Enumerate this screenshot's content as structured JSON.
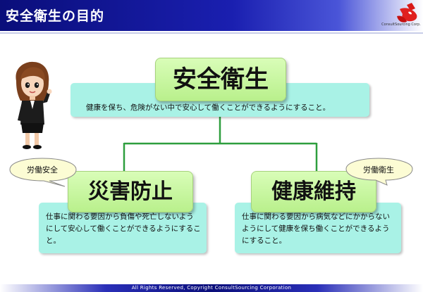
{
  "header": {
    "title": "安全衛生の目的",
    "logo_text": "ConsultSourcing Corp."
  },
  "diagram": {
    "main": {
      "title": "安全衛生",
      "description": "健康を保ち、危険がない中で安心して働くことができるようにすること。"
    },
    "left": {
      "bubble": "労働安全",
      "title": "災害防止",
      "description": "仕事に関わる要因から負傷や死亡しないようにして安心して働くことができるようにすること。"
    },
    "right": {
      "bubble": "労働衛生",
      "title": "健康維持",
      "description": "仕事に関わる要因から病気などにかからないようにして健康を保ち働くことができるようにすること。"
    }
  },
  "footer": {
    "copyright": "All Rights Reserved, Copyright  ConsultSourcing Corporation"
  },
  "colors": {
    "title_box": "#c8f5a0",
    "desc_box": "#a9f2e6",
    "connector": "#2e9e3e",
    "header": "#0a0e7a"
  }
}
